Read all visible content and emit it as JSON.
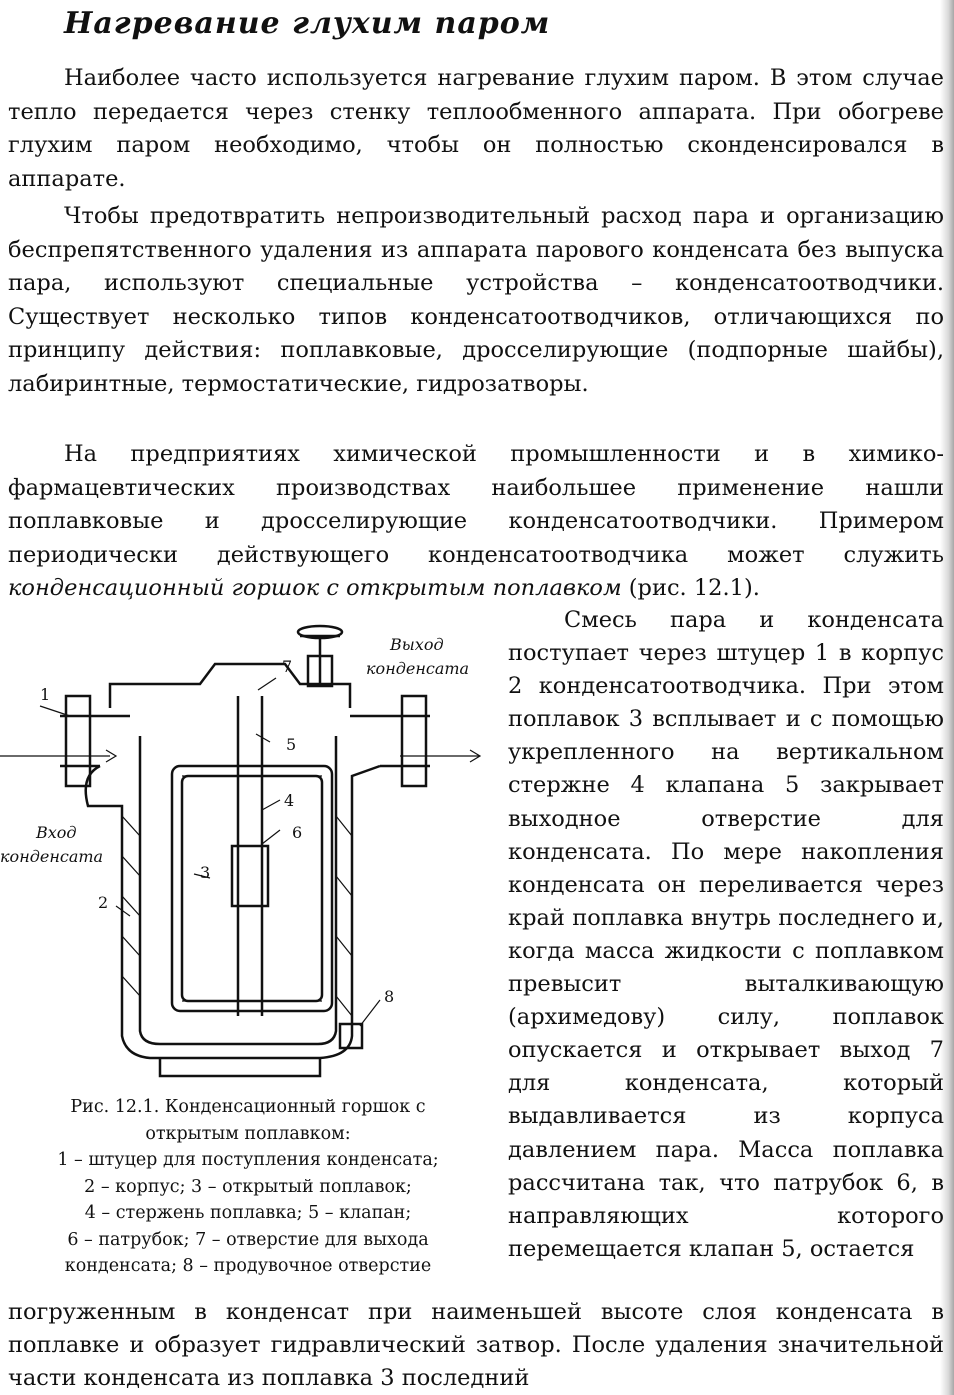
{
  "section_title": "Нагревание глухим паром",
  "paragraphs": {
    "p1": "Наиболее часто используется нагревание глухим паром. В этом случае тепло передается через стенку теплообменного аппарата. При обогреве глухим паром необходимо, чтобы он полностью сконденсировался в аппарате.",
    "p2": "Чтобы предотвратить непроизводительный расход пара и организацию беспрепятственного удаления из аппарата парового конденсата без выпуска пара, используют специальные устройства – конденсатоотводчики. Существует несколько типов конденсатоотводчиков, отличающихся по принципу действия: поплавковые, дросселирующие (подпорные шайбы), лабиринтные, термостатические, гидрозатворы.",
    "p3_start": "На предприятиях химической промышленности и в химико-фармацевтических производствах наибольшее применение нашли поплавковые и дросселирующие конденсатоотводчики. Примером периодически действующего конденсатоотводчика может служить ",
    "p3_italic": "конденсационный горшок с открытым поплавком",
    "p3_end": " (рис. 12.1).",
    "p4_column": "Смесь пара и конденсата поступает через штуцер 1 в корпус 2 конденсатоотводчика. При этом поплавок 3 всплывает и с помощью укрепленного на вертикальном стержне 4 клапана 5 закрывает выходное отверстие для конденсата. По мере накопления конденсата он переливается через край поплавка внутрь последнего и, когда масса жидкости с поплавком превысит выталкивающую (архимедову) силу, поплавок опускается и открывает выход 7 для конденсата, который выдавливается из корпуса давлением пара. Масса поплавка рассчитана так, что патрубок 6, в направляющих которого перемещается клапан 5, остается",
    "p4_tail": "погруженным в конденсат при наименьшей высоте слоя конденсата в поплавке и образует гидравлический затвор. После удаления значительной части конденсата из поплавка 3 последний"
  },
  "figure": {
    "label_outlet_1": "Выход",
    "label_outlet_2": "конденсата",
    "label_inlet_1": "Вход",
    "label_inlet_2": "конденсата",
    "numbers": [
      "1",
      "2",
      "3",
      "4",
      "5",
      "6",
      "7",
      "8"
    ]
  },
  "caption": {
    "title_line1": "Рис. 12.1. Конденсационный горшок с",
    "title_line2": "открытым поплавком:",
    "line3": "1 – штуцер для поступления конденсата;",
    "line4": "2 – корпус; 3 – открытый поплавок;",
    "line5": "4 – стержень поплавка; 5 – клапан;",
    "line6": "6 – патрубок; 7 – отверстие для выхода",
    "line7": "конденсата; 8 – продувочное отверстие"
  }
}
